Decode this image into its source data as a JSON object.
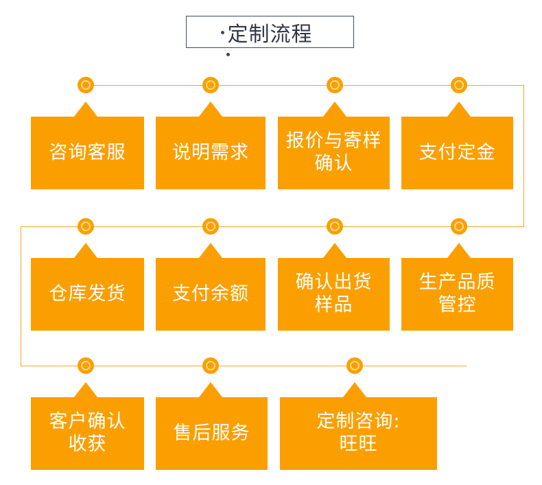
{
  "title": {
    "text": "定制流程",
    "lead_dot": "bullet-dot",
    "below_dot": "bullet-dot"
  },
  "colors": {
    "box_fill": "#fb9f00",
    "rail": "#f4a62a",
    "node_fill": "#fb9f00",
    "node_ring": "#ffd98a",
    "box_text": "#ffffff",
    "title_text": "#2f3944",
    "title_border": "#3d4a5c"
  },
  "rows": [
    {
      "direction": "left-to-right",
      "steps": [
        {
          "index": 1,
          "label": "咨询客服"
        },
        {
          "index": 2,
          "label": "说明需求"
        },
        {
          "index": 3,
          "label": "报价与寄样\n确认"
        },
        {
          "index": 4,
          "label": "支付定金"
        }
      ]
    },
    {
      "direction": "right-to-left",
      "steps": [
        {
          "index": 5,
          "label": "生产品质\n管控"
        },
        {
          "index": 6,
          "label": "确认出货\n样品"
        },
        {
          "index": 7,
          "label": "支付余额"
        },
        {
          "index": 8,
          "label": "仓库发货"
        }
      ]
    },
    {
      "direction": "left-to-right",
      "steps": [
        {
          "index": 9,
          "label": "客户确认\n收获"
        },
        {
          "index": 10,
          "label": "售后服务"
        },
        {
          "index": 11,
          "label": "定制咨询:\n旺旺"
        }
      ]
    }
  ],
  "flow_order": [
    "咨询客服",
    "说明需求",
    "报价与寄样确认",
    "支付定金",
    "生产品质管控",
    "确认出货样品",
    "支付余额",
    "仓库发货",
    "客户确认收获",
    "售后服务",
    "定制咨询: 旺旺"
  ]
}
